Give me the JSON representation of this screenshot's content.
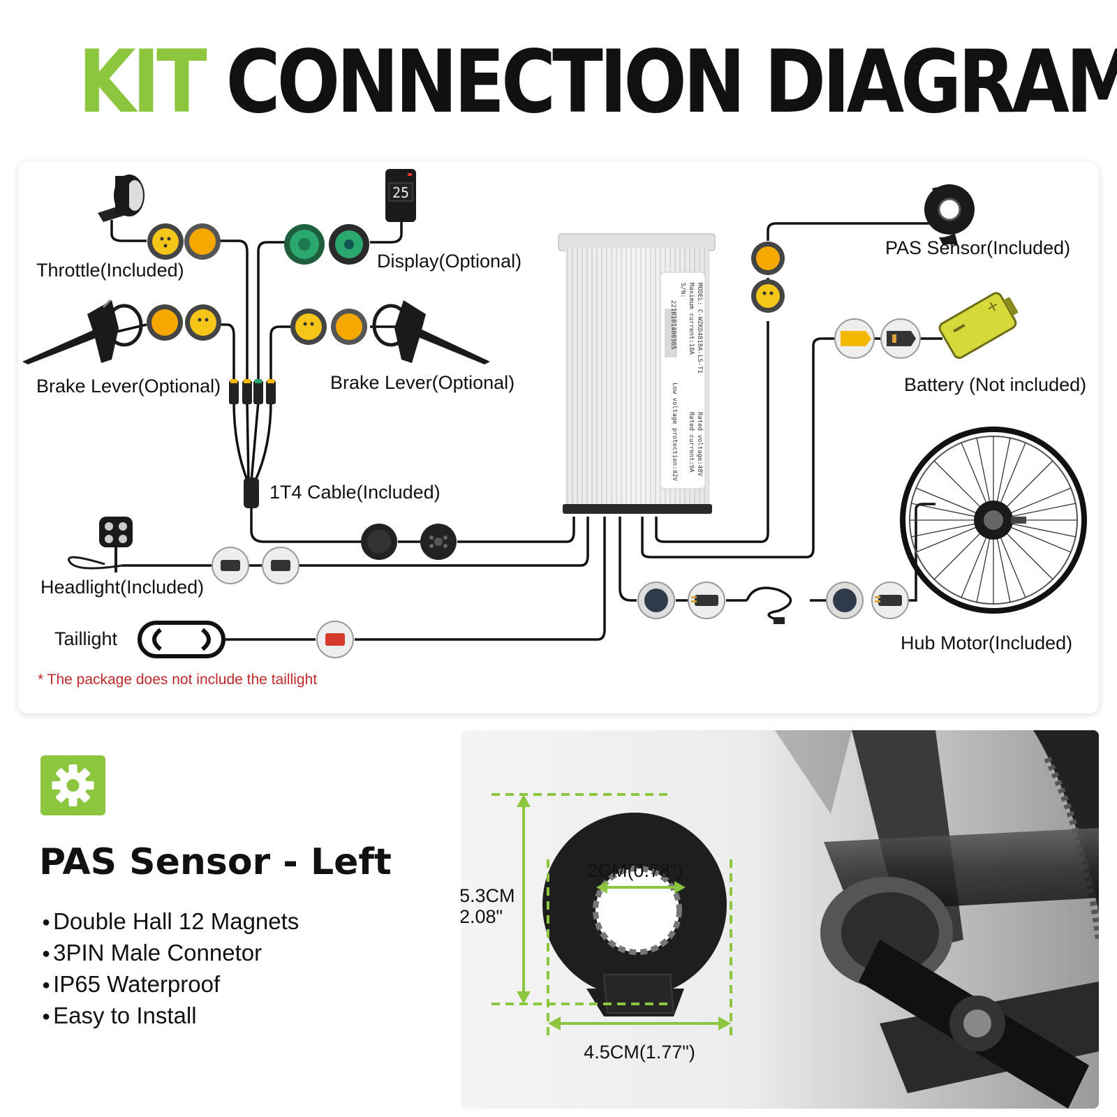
{
  "title": {
    "highlight": "KIT",
    "rest": "CONNECTION DIAGRAM"
  },
  "labels": {
    "throttle": "Throttle(Included)",
    "display": "Display(Optional)",
    "brake_left": "Brake Lever(Optional)",
    "brake_right": "Brake Lever(Optional)",
    "cable": "1T4 Cable(Included)",
    "headlight": "Headlight(Included)",
    "taillight": "Taillight",
    "pas": "PAS Sensor(Included)",
    "battery": "Battery (Not included)",
    "hub": "Hub Motor(Included)",
    "note": "* The package does not include the taillight"
  },
  "controller_label": {
    "model": "MODEL: C-WZKD4818A-LS-T1",
    "max_current": "Maximum current:18A",
    "sn": "S/N:",
    "serial": "2210101400365",
    "rated_voltage": "Rated voltage:48V",
    "rated_current": "Rated current:9A",
    "low_voltage": "Low voltage protection:42V"
  },
  "display_reading": "25",
  "pas_section": {
    "title": "PAS Sensor - Left",
    "features": [
      "Double Hall 12 Magnets",
      "3PIN Male Connetor",
      "IP65 Waterproof",
      "Easy to Install"
    ]
  },
  "dimensions": {
    "inner": "2CM(0.78\")",
    "height_cm": "5.3CM",
    "height_in": "2.08\"",
    "width": "4.5CM(1.77\")"
  },
  "colors": {
    "accent_green": "#8cc63f",
    "connector_yellow": "#f5b800",
    "connector_green": "#2aa86e",
    "note_red": "#c0282b"
  },
  "icons": [
    "gear-icon"
  ]
}
